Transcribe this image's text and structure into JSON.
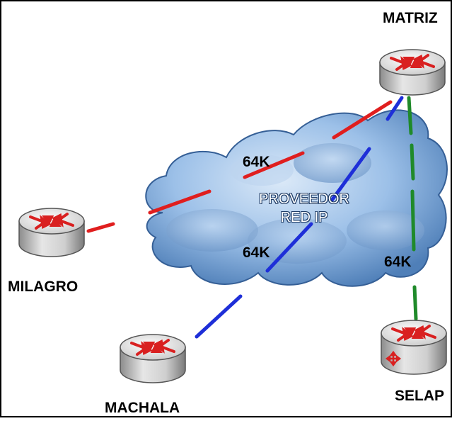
{
  "diagram": {
    "cloud": {
      "line1": "PROVEEDOR",
      "line2": "RED IP"
    },
    "nodes": {
      "matriz": "MATRIZ",
      "milagro": "MILAGRO",
      "machala": "MACHALA",
      "selap": "SELAP"
    },
    "links": {
      "red": "64K",
      "blue": "64K",
      "green": "64K"
    },
    "colors": {
      "red_link": "#e01e1e",
      "blue_link": "#1e2fd8",
      "green_link": "#1f8a2a",
      "router_arrow": "#d92020",
      "cloud_fill": "#8fb6e3"
    }
  }
}
